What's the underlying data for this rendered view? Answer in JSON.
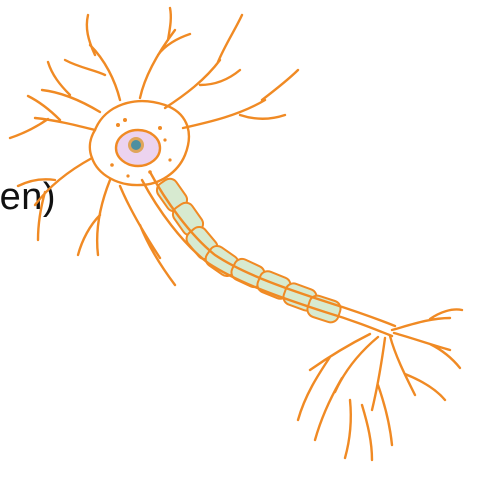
{
  "label_text": "pen)",
  "colors": {
    "outline": "#f08a24",
    "myelin_fill": "#d7ead0",
    "myelin_stroke": "#f08a24",
    "nucleus_fill": "#ecd3ef",
    "nucleolus_fill": "#4c8fa0",
    "nucleolus_ring": "#e0a55a",
    "label": "#111111"
  },
  "figure": {
    "subject": "neuron",
    "parts": [
      "cell-body",
      "nucleus",
      "nucleolus",
      "dendrites",
      "axon",
      "myelin-sheath",
      "axon-terminals"
    ]
  }
}
